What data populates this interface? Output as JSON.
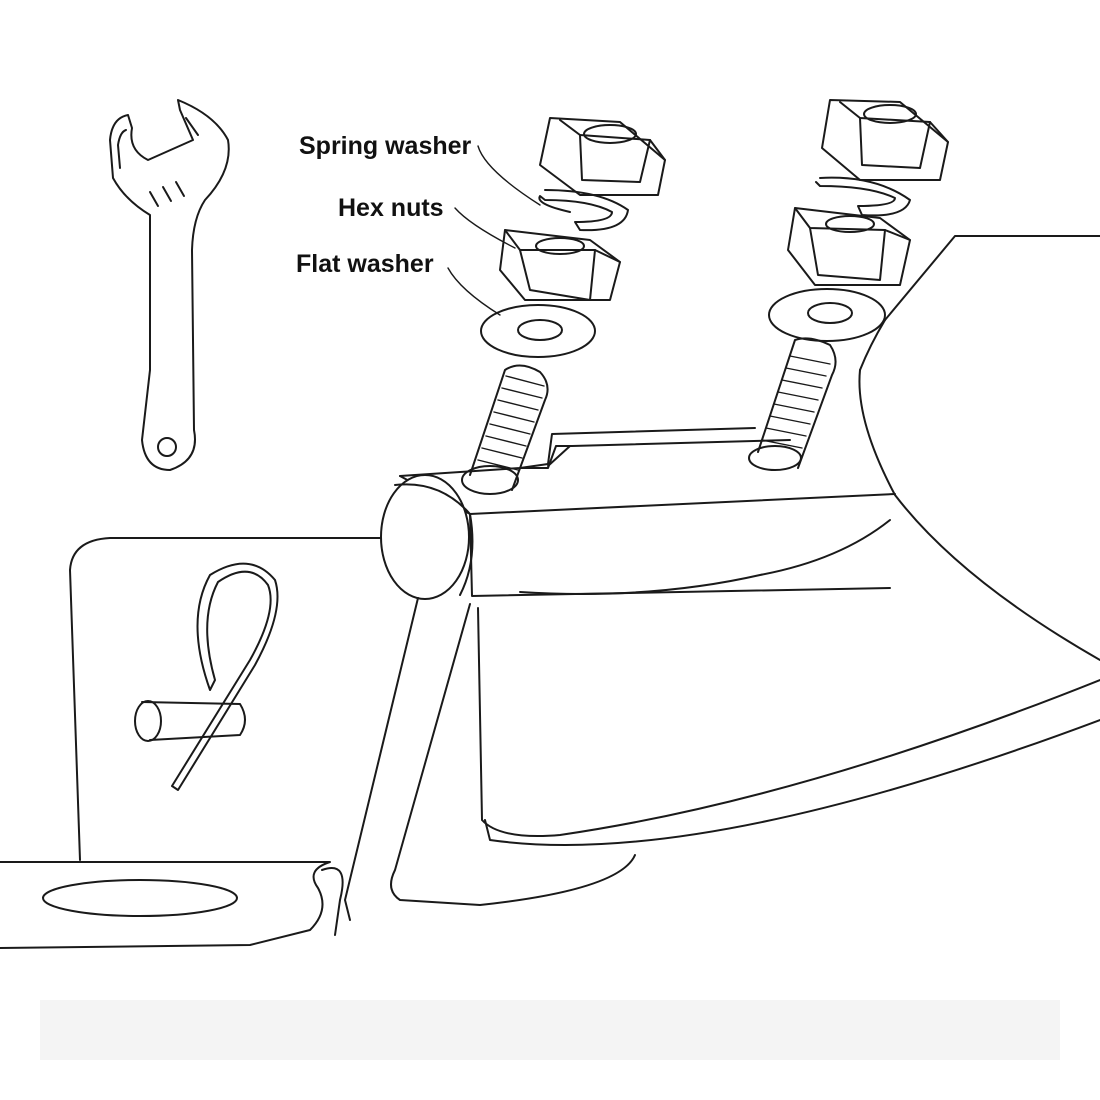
{
  "labels": {
    "spring_washer": "Spring washer",
    "hex_nuts": "Hex nuts",
    "flat_washer": "Flat washer"
  },
  "icons": {
    "tool": "wrench-icon"
  },
  "colors": {
    "line": "#1a1a1a",
    "background": "#ffffff"
  }
}
